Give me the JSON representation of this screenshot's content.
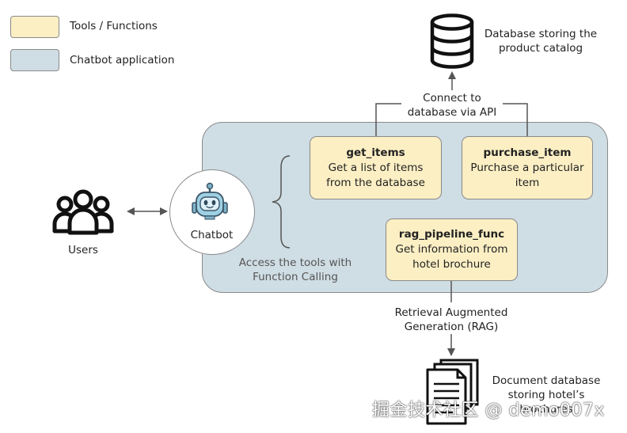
{
  "legend": {
    "tools_label": "Tools / Functions",
    "chatbot_label": "Chatbot application",
    "tools_color": "#fcefc4",
    "chatbot_color": "#cfdde4"
  },
  "database": {
    "icon": "database-icon",
    "label_line1": "Database storing the",
    "label_line2": "product catalog",
    "connect_line1": "Connect to",
    "connect_line2": "database via API"
  },
  "users": {
    "icon": "users-icon",
    "label": "Users"
  },
  "chatbot": {
    "icon": "robot-icon",
    "label": "Chatbot"
  },
  "tools_caption": {
    "line1": "Access the tools with",
    "line2": "Function Calling"
  },
  "tools": {
    "get_items": {
      "title": "get_items",
      "line1": "Get a list of items",
      "line2": "from the database"
    },
    "purchase_item": {
      "title": "purchase_item",
      "line1": "Purchase a particular",
      "line2": "item"
    },
    "rag": {
      "title": "rag_pipeline_func",
      "line1": "Get information from",
      "line2": "hotel brochure"
    }
  },
  "rag_caption": {
    "line1": "Retrieval Augmented",
    "line2": "Generation (RAG)"
  },
  "documents": {
    "icon": "documents-icon",
    "label_line1": "Document database",
    "label_line2": "storing hotel’s",
    "label_line3": "brochures"
  },
  "watermark": "掘金技术社区 @ demo007x"
}
